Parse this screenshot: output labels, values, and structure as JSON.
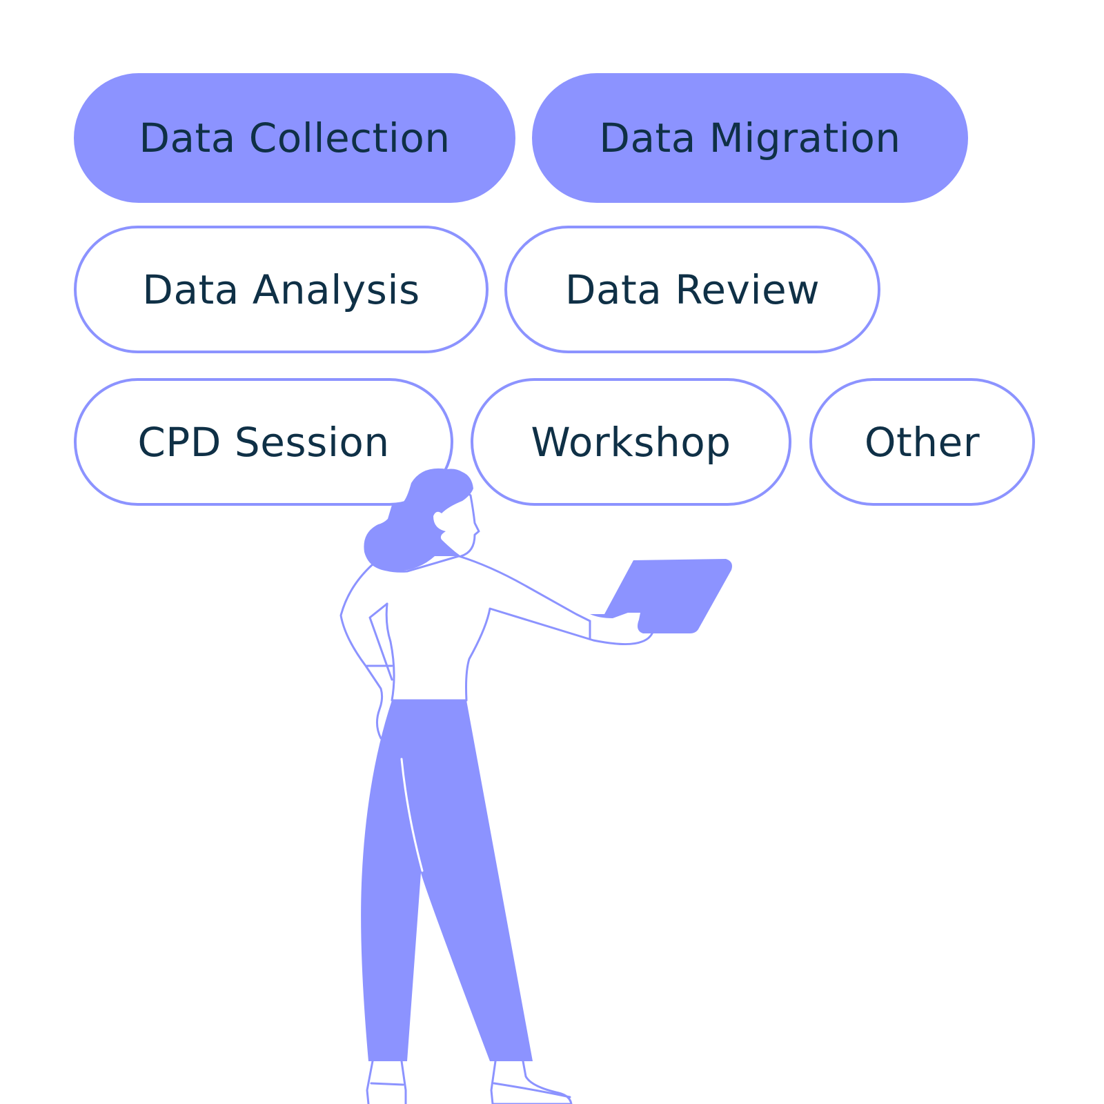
{
  "accent_color": "#8c93ff",
  "text_color": "#0f3046",
  "options": [
    {
      "label": "Data Collection",
      "selected": true
    },
    {
      "label": "Data Migration",
      "selected": true
    },
    {
      "label": "Data Analysis",
      "selected": false
    },
    {
      "label": "Data Review",
      "selected": false
    },
    {
      "label": "CPD Session",
      "selected": false
    },
    {
      "label": "Workshop",
      "selected": false
    },
    {
      "label": "Other",
      "selected": false
    }
  ],
  "illustration": {
    "icon": "woman-holding-laptop-illustration"
  }
}
